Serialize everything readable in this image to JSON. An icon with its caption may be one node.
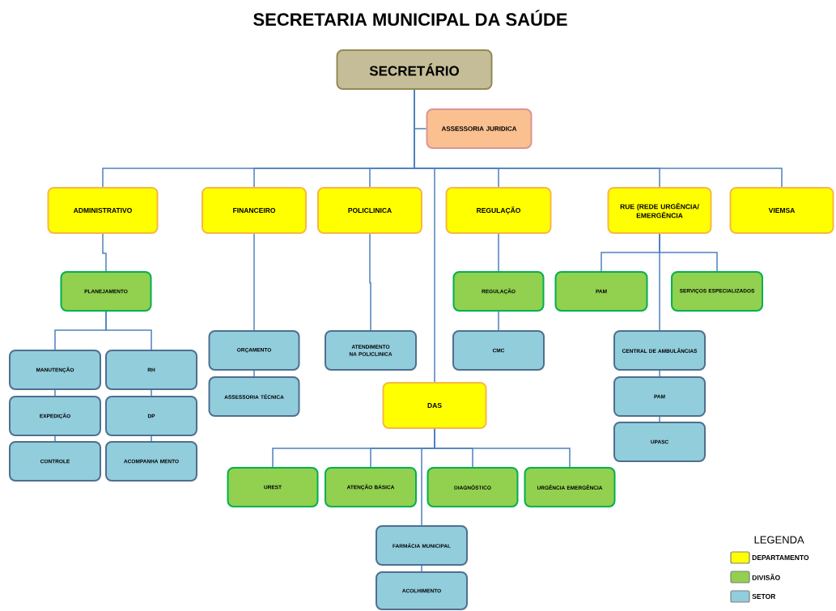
{
  "diagram": {
    "title": "SECRETARIA MUNICIPAL DA SAÚDE",
    "nodes": [
      {
        "text": [
          "SECRETÁRIO"
        ]
      },
      {
        "text": [
          "ASSESSORIA JURIDICA"
        ]
      },
      {
        "text": [
          "ADMINISTRATIVO"
        ]
      },
      {
        "text": [
          "FINANCEIRO"
        ]
      },
      {
        "text": [
          "POLICLINICA"
        ]
      },
      {
        "text": [
          "REGULAÇÃO"
        ]
      },
      {
        "text": [
          "RUE (REDE URGÊNCIA/ EMERGÊNCIA"
        ]
      },
      {
        "text": [
          "VIEMSA"
        ]
      },
      {
        "text": [
          "PLANEJAMENTO"
        ]
      },
      {
        "text": [
          "MANUTENÇÃO"
        ]
      },
      {
        "text": [
          "EXPEDIÇÃO"
        ]
      },
      {
        "text": [
          "CONTROLE"
        ]
      },
      {
        "text": [
          "RH"
        ]
      },
      {
        "text": [
          "DP"
        ]
      },
      {
        "text": [
          "ACOMPANHA MENTO"
        ]
      },
      {
        "text": [
          "ORÇAMENTO"
        ]
      },
      {
        "text": [
          "ASSESSORIA TÉCNICA"
        ]
      },
      {
        "text": [
          "ATENDIMENTO NA POLICLINICA"
        ]
      },
      {
        "text": [
          "REGULAÇÃO"
        ]
      },
      {
        "text": [
          "CMC"
        ]
      },
      {
        "text": [
          "PAM"
        ]
      },
      {
        "text": [
          "SERVIÇOS ESPECIALIZADOS"
        ]
      },
      {
        "text": [
          "CENTRAL DE AMBULÂNCIAS"
        ]
      },
      {
        "text": [
          "PAM"
        ]
      },
      {
        "text": [
          "UPASC"
        ]
      },
      {
        "text": [
          "DAS"
        ]
      },
      {
        "text": [
          "UREST"
        ]
      },
      {
        "text": [
          "ATENÇÃO BÁSICA"
        ]
      },
      {
        "text": [
          "DIAGNÓSTICO"
        ]
      },
      {
        "text": [
          "URGÊNCIA EMERGÊNCIA"
        ]
      },
      {
        "text": [
          "FARMÁCIA MUNICIPAL"
        ]
      },
      {
        "text": [
          "ACOLHIMENTO"
        ]
      }
    ],
    "edges": [
      {
        "from": 0,
        "to": 1,
        "arrow": "none"
      },
      {
        "from": 0,
        "to": 2,
        "arrow": "none"
      },
      {
        "from": 0,
        "to": 3,
        "arrow": "none"
      },
      {
        "from": 0,
        "to": 4,
        "arrow": "none"
      },
      {
        "from": 0,
        "to": 5,
        "arrow": "none"
      },
      {
        "from": 0,
        "to": 6,
        "arrow": "none"
      },
      {
        "from": 0,
        "to": 7,
        "arrow": "none"
      },
      {
        "from": 0,
        "to": 25,
        "arrow": "none"
      },
      {
        "from": 2,
        "to": 8,
        "arrow": "none"
      },
      {
        "from": 8,
        "to": 9,
        "arrow": "none"
      },
      {
        "from": 8,
        "to": 12,
        "arrow": "none"
      },
      {
        "from": 9,
        "to": 10,
        "arrow": "none"
      },
      {
        "from": 10,
        "to": 11,
        "arrow": "none"
      },
      {
        "from": 12,
        "to": 13,
        "arrow": "none"
      },
      {
        "from": 13,
        "to": 14,
        "arrow": "none"
      },
      {
        "from": 3,
        "to": 15,
        "arrow": "none"
      },
      {
        "from": 15,
        "to": 16,
        "arrow": "none"
      },
      {
        "from": 4,
        "to": 17,
        "arrow": "none"
      },
      {
        "from": 5,
        "to": 18,
        "arrow": "none"
      },
      {
        "from": 18,
        "to": 19,
        "arrow": "none"
      },
      {
        "from": 6,
        "to": 20,
        "arrow": "none"
      },
      {
        "from": 6,
        "to": 21,
        "arrow": "none"
      },
      {
        "from": 6,
        "to": 22,
        "arrow": "none"
      },
      {
        "from": 22,
        "to": 23,
        "arrow": "none"
      },
      {
        "from": 23,
        "to": 24,
        "arrow": "none"
      },
      {
        "from": 25,
        "to": 26,
        "arrow": "none"
      },
      {
        "from": 25,
        "to": 27,
        "arrow": "none"
      },
      {
        "from": 25,
        "to": 28,
        "arrow": "none"
      },
      {
        "from": 25,
        "to": 29,
        "arrow": "none"
      },
      {
        "from": 25,
        "to": 30,
        "arrow": "none"
      },
      {
        "from": 30,
        "to": 31,
        "arrow": "none"
      }
    ],
    "labels": [
      "LEGENDA"
    ],
    "legend": [
      {
        "text": "DEPARTAMENTO",
        "color": "#ffff00"
      },
      {
        "text": "DIVISÃO",
        "color": "#92d050"
      },
      {
        "text": "SETOR",
        "color": "#92cddc"
      }
    ]
  }
}
